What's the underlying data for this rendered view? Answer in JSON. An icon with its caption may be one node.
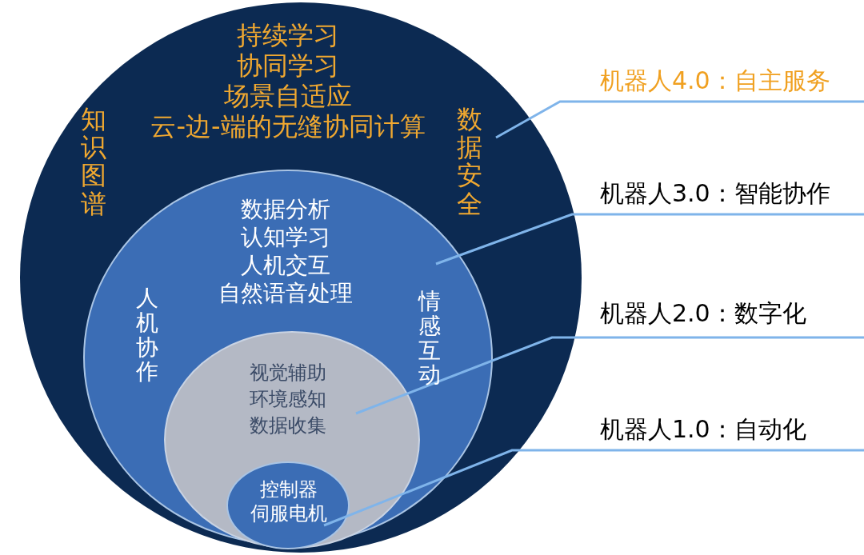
{
  "diagram": {
    "nodes": [
      {
        "text": [
          "知识图谱",
          "持续学习",
          "协同学习",
          "场景自适应",
          "云-边-端的无缝协同计算",
          "数据安全"
        ]
      },
      {
        "text": [
          "人机协作",
          "数据分析",
          "认知学习",
          "人机交互",
          "自然语音处理",
          "情感互动"
        ],
        "in": 0
      },
      {
        "text": [
          "视觉辅助",
          "环境感知",
          "数据收集"
        ],
        "in": 1
      },
      {
        "text": [
          "控制器",
          "伺服电机"
        ],
        "in": 2
      },
      {
        "text": [
          "机器人4.0：自主服务"
        ]
      },
      {
        "text": [
          "机器人3.0：智能协作"
        ]
      },
      {
        "text": [
          "机器人2.0：数字化"
        ]
      },
      {
        "text": [
          "机器人1.0：自动化"
        ]
      }
    ],
    "edges": [
      {
        "from": 4,
        "to": 0,
        "arrow": "none"
      },
      {
        "from": 5,
        "to": 1,
        "arrow": "none"
      },
      {
        "from": 6,
        "to": 2,
        "arrow": "none"
      },
      {
        "from": 7,
        "to": 3,
        "arrow": "none"
      }
    ]
  }
}
